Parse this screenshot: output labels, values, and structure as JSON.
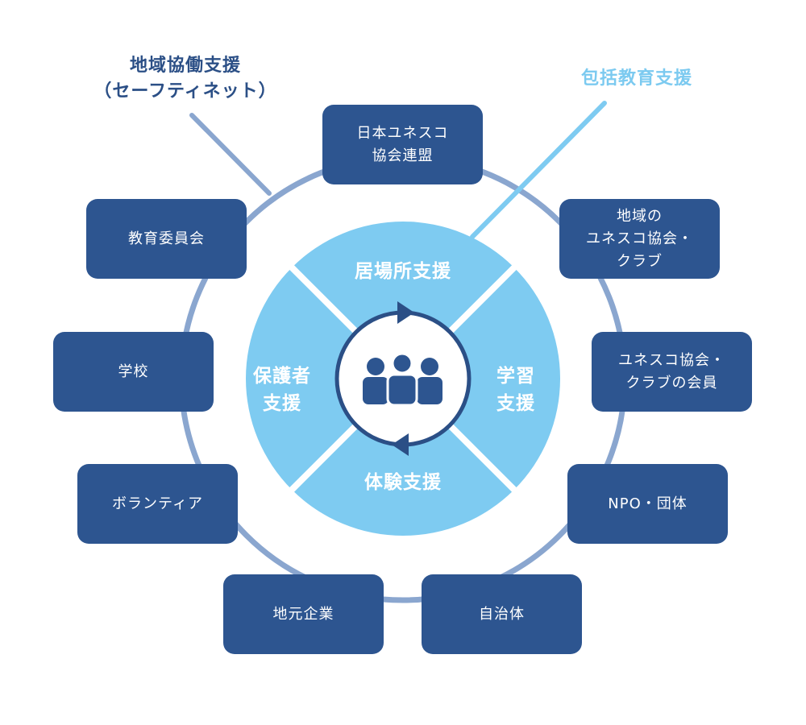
{
  "outer_labels": {
    "regional": "地域協働支援\n（セーフティネット）",
    "comprehensive": "包括教育支援"
  },
  "center": {
    "top": "居場所支援",
    "left": "保護者\n支援",
    "right": "学習\n支援",
    "bottom": "体験支援",
    "icon": "people-group-icon"
  },
  "nodes": [
    {
      "id": "unesco-federation",
      "label": "日本ユネスコ\n協会連盟"
    },
    {
      "id": "local-unesco-clubs",
      "label": "地域の\nユネスコ協会・\nクラブ"
    },
    {
      "id": "club-members",
      "label": "ユネスコ協会・\nクラブの会員"
    },
    {
      "id": "npo",
      "label": "NPO・団体"
    },
    {
      "id": "municipality",
      "label": "自治体"
    },
    {
      "id": "local-business",
      "label": "地元企業"
    },
    {
      "id": "volunteer",
      "label": "ボランティア"
    },
    {
      "id": "school",
      "label": "学校"
    },
    {
      "id": "board-of-education",
      "label": "教育委員会"
    }
  ],
  "colors": {
    "node_fill": "#2d5590",
    "ring": "#8aa6cf",
    "quadrant": "#7ecbf1",
    "center_ring": "#2b4f86",
    "dark_label": "#2b4f86",
    "light_label": "#7ccaf0"
  }
}
